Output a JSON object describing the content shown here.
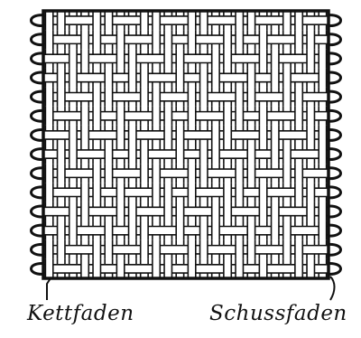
{
  "labels": {
    "warp": "Kettfaden",
    "weft": "Schussfaden"
  },
  "weave": {
    "pattern": "herringbone twill",
    "ink_color": "#111111",
    "paper_color": "#ffffff"
  }
}
